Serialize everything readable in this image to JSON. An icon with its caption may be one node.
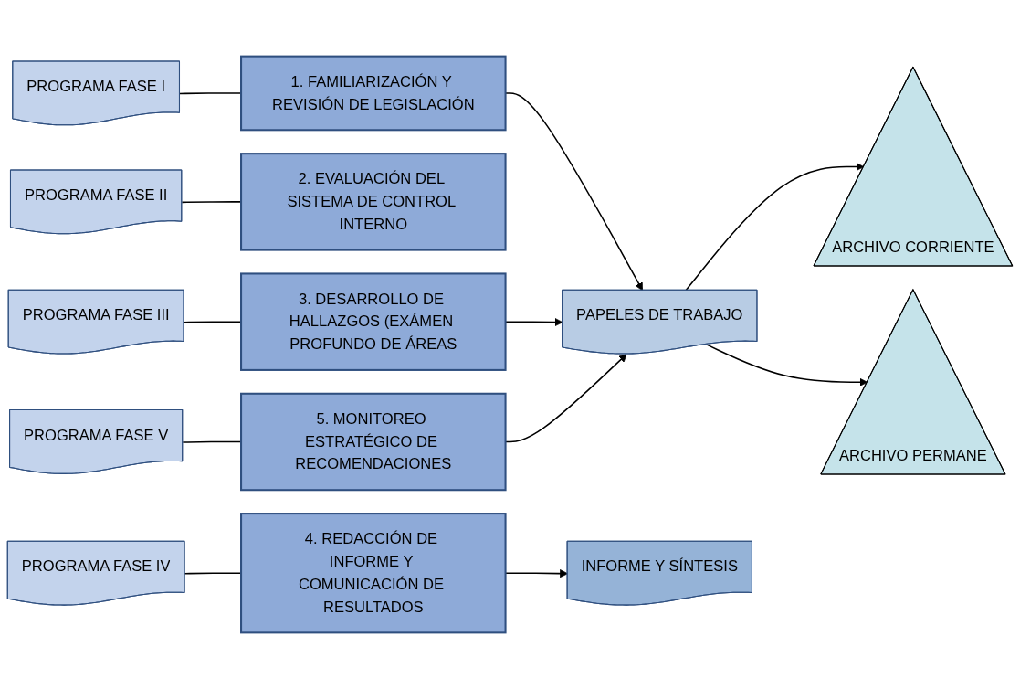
{
  "diagram": {
    "nodes": [
      {
        "text": [
          "1. FAMILIARIZACIÓN Y REVISIÓN DE LEGISLACIÓN"
        ]
      },
      {
        "text": [
          "PROGRAMA FASE I"
        ]
      },
      {
        "text": [
          "2. EVALUACIÓN DEL SISTEMA DE CONTROL INTERNO"
        ]
      },
      {
        "text": [
          "PROGRAMA FASE II"
        ]
      },
      {
        "text": [
          "3. DESARROLLO DE HALLAZGOS (EXÁMEN PROFUNDO DE ÁREAS"
        ]
      },
      {
        "text": [
          "PROGRAMA FASE III"
        ]
      },
      {
        "text": [
          "4. REDACCIÓN DE INFORME Y COMUNICACIÓN DE RESULTADOS"
        ]
      },
      {
        "text": [
          "PROGRAMA FASE IV"
        ]
      },
      {
        "text": [
          "5. MONITOREO ESTRATÉGICO DE RECOMENDACIONES"
        ]
      },
      {
        "text": [
          "PROGRAMA FASE V"
        ]
      },
      {
        "text": [
          "ARCHIVO CORRIENTE"
        ]
      },
      {
        "text": [
          "ARCHIVO PERMANE"
        ]
      },
      {
        "text": [
          "PAPELES DE TRABAJO"
        ]
      },
      {
        "text": [
          "INFORME Y SÍNTESIS"
        ]
      }
    ],
    "edges": [
      {
        "from": 1,
        "to": 0,
        "arrow": "none"
      },
      {
        "from": 3,
        "to": 2,
        "arrow": "none"
      },
      {
        "from": 5,
        "to": 4,
        "arrow": "none"
      },
      {
        "from": 7,
        "to": 6,
        "arrow": "none"
      },
      {
        "from": 9,
        "to": 8,
        "arrow": "none"
      },
      {
        "from": 0,
        "to": 12,
        "arrow": "to"
      },
      {
        "from": 4,
        "to": 12,
        "arrow": "to"
      },
      {
        "from": 8,
        "to": 12,
        "arrow": "to"
      },
      {
        "from": 6,
        "to": 13,
        "arrow": "to"
      },
      {
        "from": 12,
        "to": 10,
        "arrow": "to"
      },
      {
        "from": 12,
        "to": 11,
        "arrow": "to"
      }
    ]
  }
}
